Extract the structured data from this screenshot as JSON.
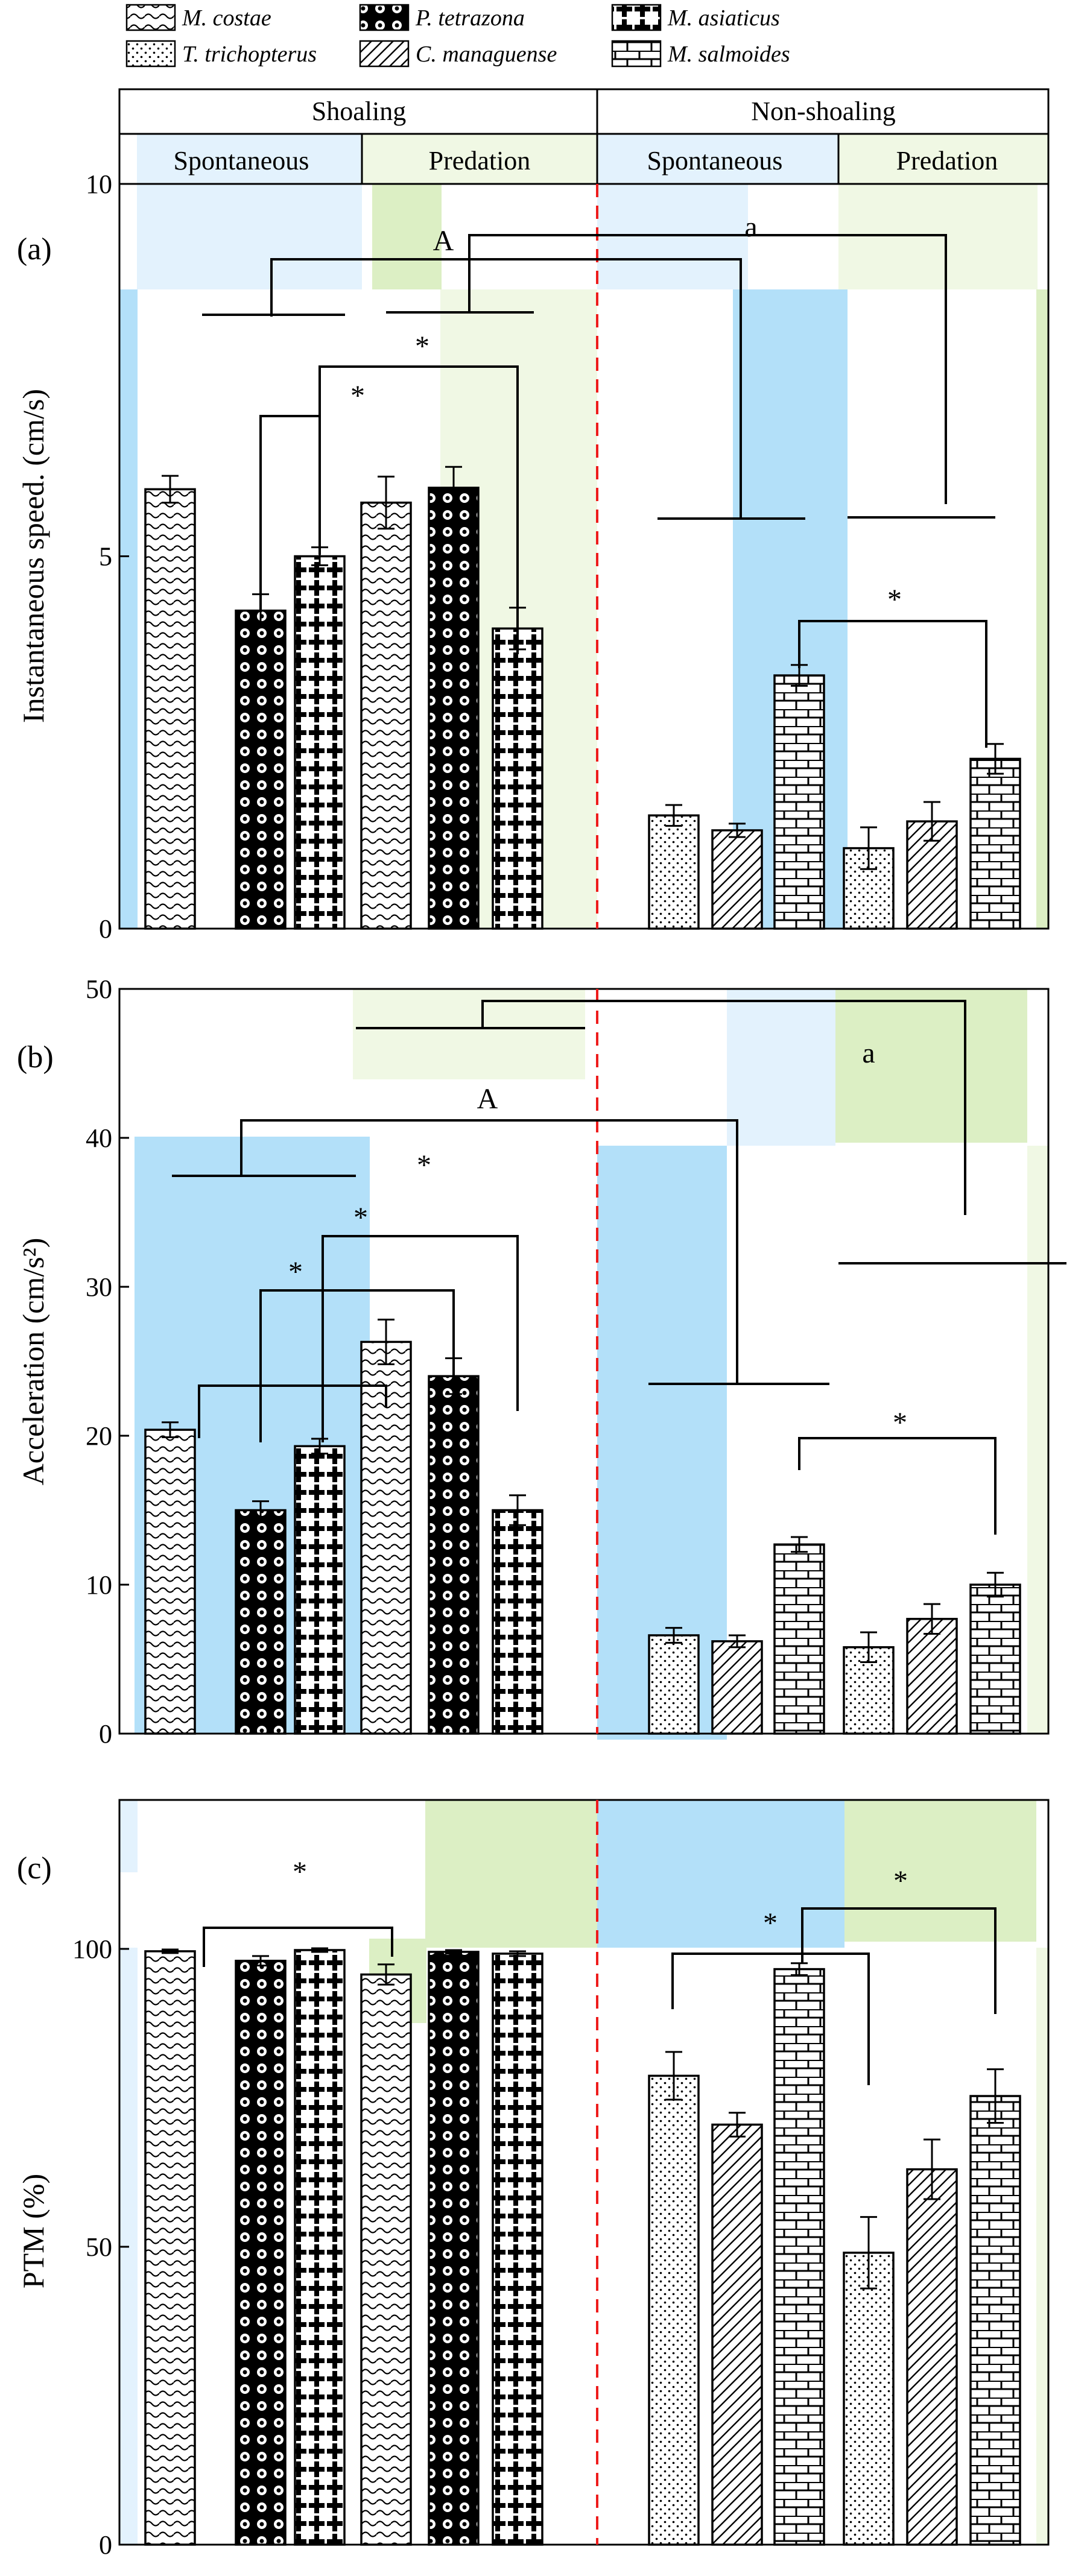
{
  "colors": {
    "light_blue": "#e3f2fd",
    "blue": "#b3e0f9",
    "light_green": "#f0f8e4",
    "green": "#dcefc4",
    "red_dash": "#ee1c1c"
  },
  "legend": [
    {
      "label": "M. costae",
      "pattern": "wave"
    },
    {
      "label": "P. tetrazona",
      "pattern": "ring"
    },
    {
      "label": "M. asiaticus",
      "pattern": "cross"
    },
    {
      "label": "T. trichopterus",
      "pattern": "dots"
    },
    {
      "label": "C. managuense",
      "pattern": "diag"
    },
    {
      "label": "M. salmoides",
      "pattern": "brick"
    }
  ],
  "header": {
    "top": [
      "Shoaling",
      "Non-shoaling"
    ],
    "sub": [
      "Spontaneous",
      "Predation",
      "Spontaneous",
      "Predation"
    ]
  },
  "chart_data": [
    {
      "type": "bar",
      "panel": "(a)",
      "ylabel": "Instantaneous speed. (cm/s)",
      "ylim": [
        0,
        10
      ],
      "yticks": [
        0,
        5,
        10
      ],
      "ytick_labels": [
        "0",
        "5",
        "10"
      ],
      "groups": [
        "Shoaling",
        "Non-shoaling"
      ],
      "series": [
        {
          "species": "M. costae",
          "group": "Shoaling",
          "condition": "Spontaneous",
          "value": 5.9,
          "error": 0.18
        },
        {
          "species": "P. tetrazona",
          "group": "Shoaling",
          "condition": "Spontaneous",
          "value": 4.27,
          "error": 0.22
        },
        {
          "species": "M. asiaticus",
          "group": "Shoaling",
          "condition": "Spontaneous",
          "value": 5.0,
          "error": 0.12
        },
        {
          "species": "M. costae",
          "group": "Shoaling",
          "condition": "Predation",
          "value": 5.72,
          "error": 0.35
        },
        {
          "species": "P. tetrazona",
          "group": "Shoaling",
          "condition": "Predation",
          "value": 5.92,
          "error": 0.28
        },
        {
          "species": "M. asiaticus",
          "group": "Shoaling",
          "condition": "Predation",
          "value": 4.03,
          "error": 0.28
        },
        {
          "species": "T. trichopterus",
          "group": "Non-shoaling",
          "condition": "Spontaneous",
          "value": 1.52,
          "error": 0.14
        },
        {
          "species": "C. managuense",
          "group": "Non-shoaling",
          "condition": "Spontaneous",
          "value": 1.32,
          "error": 0.09
        },
        {
          "species": "M. salmoides",
          "group": "Non-shoaling",
          "condition": "Spontaneous",
          "value": 3.4,
          "error": 0.14
        },
        {
          "species": "T. trichopterus",
          "group": "Non-shoaling",
          "condition": "Predation",
          "value": 1.08,
          "error": 0.28
        },
        {
          "species": "C. managuense",
          "group": "Non-shoaling",
          "condition": "Predation",
          "value": 1.44,
          "error": 0.26
        },
        {
          "species": "M. salmoides",
          "group": "Non-shoaling",
          "condition": "Predation",
          "value": 2.28,
          "error": 0.2
        }
      ],
      "annotations": [
        "A",
        "a",
        "*",
        "*",
        "*"
      ]
    },
    {
      "type": "bar",
      "panel": "(b)",
      "ylabel": "Acceleration (cm/s²)",
      "ylim": [
        0,
        50
      ],
      "yticks": [
        0,
        10,
        20,
        30,
        40,
        50
      ],
      "ytick_labels": [
        "0",
        "10",
        "20",
        "30",
        "40",
        "50"
      ],
      "groups": [
        "Shoaling",
        "Non-shoaling"
      ],
      "series": [
        {
          "species": "M. costae",
          "group": "Shoaling",
          "condition": "Spontaneous",
          "value": 20.4,
          "error": 0.5
        },
        {
          "species": "P. tetrazona",
          "group": "Shoaling",
          "condition": "Spontaneous",
          "value": 15.0,
          "error": 0.6
        },
        {
          "species": "M. asiaticus",
          "group": "Shoaling",
          "condition": "Spontaneous",
          "value": 19.3,
          "error": 0.5
        },
        {
          "species": "M. costae",
          "group": "Shoaling",
          "condition": "Predation",
          "value": 26.3,
          "error": 1.5
        },
        {
          "species": "P. tetrazona",
          "group": "Shoaling",
          "condition": "Predation",
          "value": 24.0,
          "error": 1.2
        },
        {
          "species": "M. asiaticus",
          "group": "Shoaling",
          "condition": "Predation",
          "value": 15.0,
          "error": 1.0
        },
        {
          "species": "T. trichopterus",
          "group": "Non-shoaling",
          "condition": "Spontaneous",
          "value": 6.6,
          "error": 0.5
        },
        {
          "species": "C. managuense",
          "group": "Non-shoaling",
          "condition": "Spontaneous",
          "value": 6.2,
          "error": 0.4
        },
        {
          "species": "M. salmoides",
          "group": "Non-shoaling",
          "condition": "Spontaneous",
          "value": 12.7,
          "error": 0.5
        },
        {
          "species": "T. trichopterus",
          "group": "Non-shoaling",
          "condition": "Predation",
          "value": 5.8,
          "error": 1.0
        },
        {
          "species": "C. managuense",
          "group": "Non-shoaling",
          "condition": "Predation",
          "value": 7.7,
          "error": 1.0
        },
        {
          "species": "M. salmoides",
          "group": "Non-shoaling",
          "condition": "Predation",
          "value": 10.0,
          "error": 0.8
        }
      ],
      "annotations": [
        "A",
        "a",
        "*",
        "*",
        "*",
        "*"
      ]
    },
    {
      "type": "bar",
      "panel": "(c)",
      "ylabel": "PTM (%)",
      "ylim": [
        0,
        125
      ],
      "yticks": [
        0,
        50,
        100
      ],
      "ytick_labels": [
        "0",
        "50",
        "100"
      ],
      "groups": [
        "Shoaling",
        "Non-shoaling"
      ],
      "series": [
        {
          "species": "M. costae",
          "group": "Shoaling",
          "condition": "Spontaneous",
          "value": 99.6,
          "error": 0.3
        },
        {
          "species": "P. tetrazona",
          "group": "Shoaling",
          "condition": "Spontaneous",
          "value": 98.0,
          "error": 0.8
        },
        {
          "species": "M. asiaticus",
          "group": "Shoaling",
          "condition": "Spontaneous",
          "value": 99.8,
          "error": 0.3
        },
        {
          "species": "M. costae",
          "group": "Shoaling",
          "condition": "Predation",
          "value": 95.7,
          "error": 1.7
        },
        {
          "species": "P. tetrazona",
          "group": "Shoaling",
          "condition": "Predation",
          "value": 99.5,
          "error": 0.3
        },
        {
          "species": "M. asiaticus",
          "group": "Shoaling",
          "condition": "Predation",
          "value": 99.2,
          "error": 0.4
        },
        {
          "species": "T. trichopterus",
          "group": "Non-shoaling",
          "condition": "Spontaneous",
          "value": 78.7,
          "error": 4.0
        },
        {
          "species": "C. managuense",
          "group": "Non-shoaling",
          "condition": "Spontaneous",
          "value": 70.5,
          "error": 2.0
        },
        {
          "species": "M. salmoides",
          "group": "Non-shoaling",
          "condition": "Spontaneous",
          "value": 96.6,
          "error": 1.0
        },
        {
          "species": "T. trichopterus",
          "group": "Non-shoaling",
          "condition": "Predation",
          "value": 49.0,
          "error": 6.0
        },
        {
          "species": "C. managuense",
          "group": "Non-shoaling",
          "condition": "Predation",
          "value": 63.0,
          "error": 5.0
        },
        {
          "species": "M. salmoides",
          "group": "Non-shoaling",
          "condition": "Predation",
          "value": 75.3,
          "error": 4.5
        }
      ],
      "annotations": [
        "*",
        "*",
        "*"
      ]
    }
  ]
}
